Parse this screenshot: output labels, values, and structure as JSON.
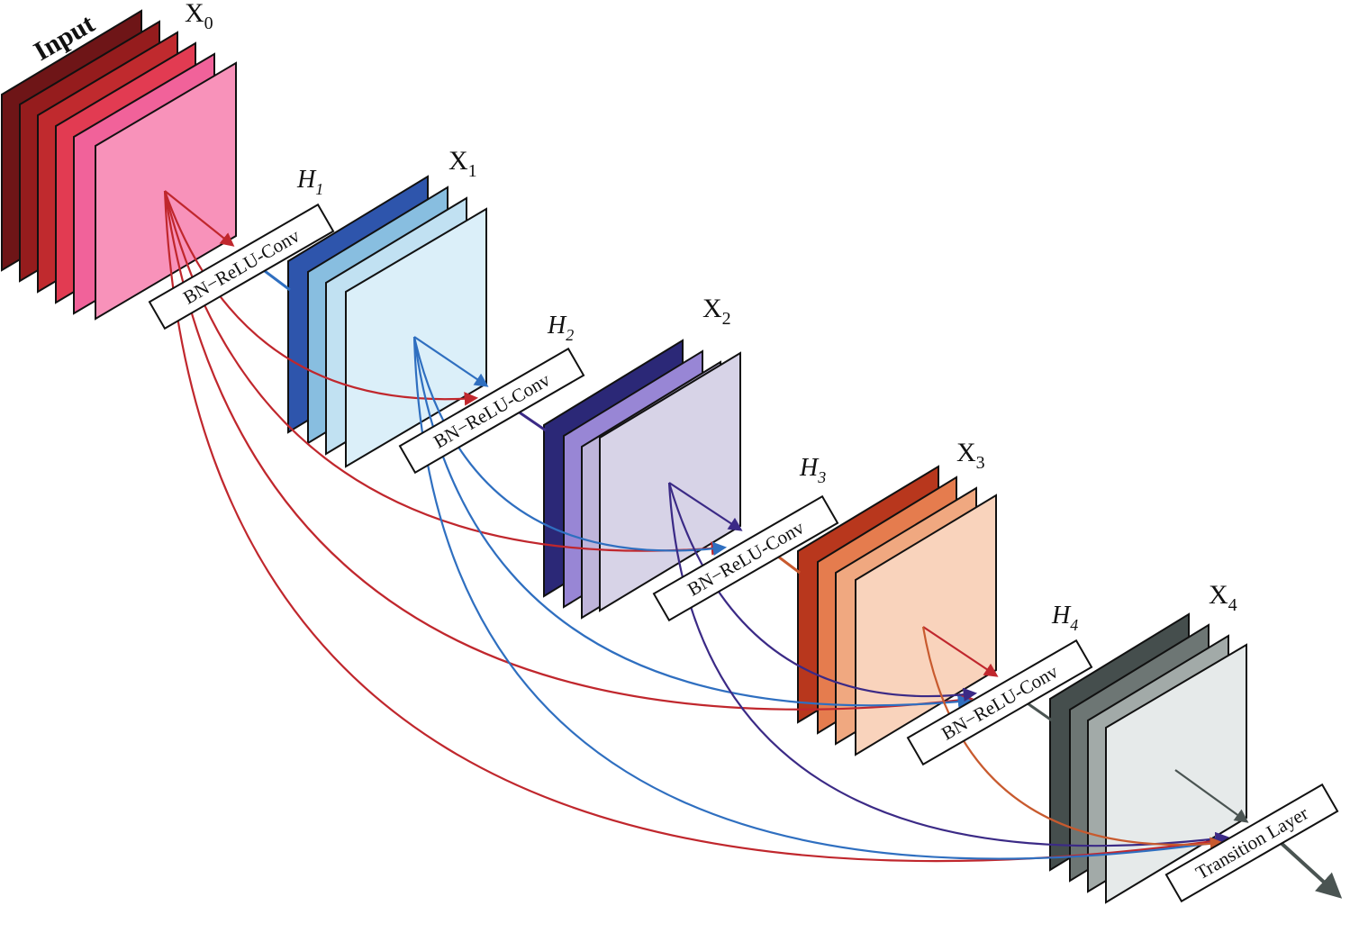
{
  "input_label": "Input",
  "layers": [
    {
      "name": "X",
      "sub": "0",
      "colors": [
        "#6e1517",
        "#951c1d",
        "#c02a2e",
        "#e23b52",
        "#f1629a",
        "#f892ba"
      ]
    },
    {
      "name": "X",
      "sub": "1",
      "colors": [
        "#2e55ac",
        "#88bee0",
        "#c1e1f2",
        "#dbeff9"
      ]
    },
    {
      "name": "X",
      "sub": "2",
      "colors": [
        "#2b2877",
        "#9886d5",
        "#bfb5da",
        "#d7d3e7"
      ]
    },
    {
      "name": "X",
      "sub": "3",
      "colors": [
        "#b8371d",
        "#e57c4e",
        "#f0a880",
        "#f9d3bc"
      ]
    },
    {
      "name": "X",
      "sub": "4",
      "colors": [
        "#454e4d",
        "#6d7674",
        "#a2aaa8",
        "#e6eaea"
      ]
    }
  ],
  "functions": [
    {
      "name": "H",
      "sub": "1",
      "box": "BN−ReLU-Conv"
    },
    {
      "name": "H",
      "sub": "2",
      "box": "BN−ReLU-Conv"
    },
    {
      "name": "H",
      "sub": "3",
      "box": "BN−ReLU-Conv"
    },
    {
      "name": "H",
      "sub": "4",
      "box": "BN−ReLU-Conv"
    }
  ],
  "transition": "Transition Layer",
  "colors": {
    "red": "#c0272d",
    "blue": "#2f6fc0",
    "purple": "#3b2a86",
    "orange": "#c85a2e",
    "gray": "#4a5452"
  }
}
